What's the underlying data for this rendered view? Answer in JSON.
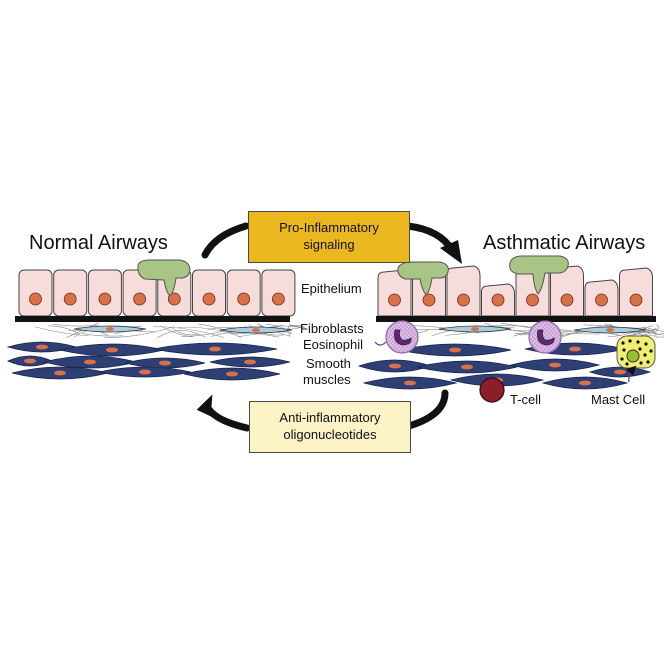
{
  "normal_title": "Normal Airways",
  "asthmatic_title": "Asthmatic Airways",
  "pro_box": {
    "line1": "Pro-Inflammatory",
    "line2": "signaling",
    "fill": "#eab71e"
  },
  "anti_box": {
    "line1": "Anti-inflammatory",
    "line2": "oligonucleotides",
    "fill": "#fbf2c6"
  },
  "labels": {
    "epithelium": "Epithelium",
    "fibroblasts": "Fibroblasts",
    "eosinophil": "Eosinophil",
    "smooth1": "Smooth",
    "smooth2": "muscles",
    "tcell": "T-cell",
    "mastcell": "Mast Cell"
  },
  "colors": {
    "epithelial_cell": "#f7dcdc",
    "nucleus": "#d8704a",
    "mucus": "#a8c585",
    "smooth_muscle": "#2e3f73",
    "fibroblast": "#a9cde0",
    "eosinophil": "#d9b8e2",
    "tcell": "#8a1f2a",
    "mastcell": "#f1ef73"
  }
}
